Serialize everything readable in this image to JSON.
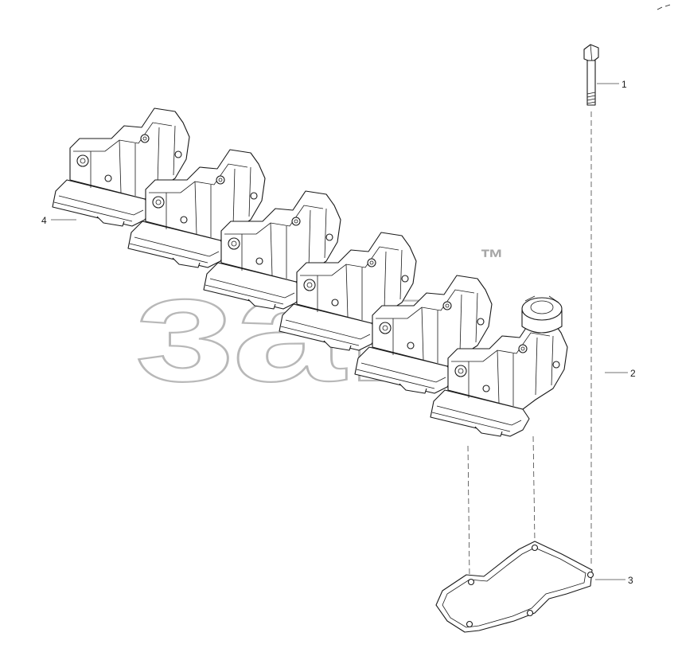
{
  "diagram": {
    "callouts": [
      {
        "id": "callout-1",
        "label": "1"
      },
      {
        "id": "callout-2",
        "label": "2"
      },
      {
        "id": "callout-3",
        "label": "3"
      },
      {
        "id": "callout-4",
        "label": "4"
      }
    ]
  },
  "watermark": {
    "text": "зап",
    "trademark": "™"
  }
}
